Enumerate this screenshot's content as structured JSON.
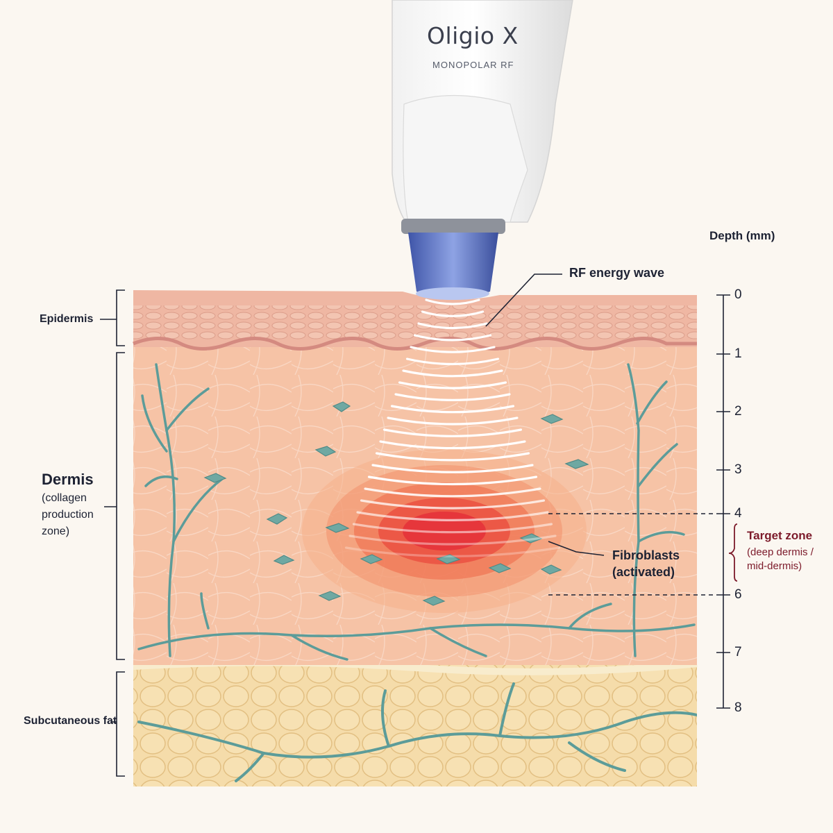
{
  "device": {
    "name": "Oligio X",
    "subtitle": "MONOPOLAR RF"
  },
  "labels": {
    "rf_wave": "RF energy wave",
    "epidermis": "Epidermis",
    "dermis": "Dermis",
    "dermis_note": [
      "(collagen",
      "production",
      "zone)"
    ],
    "fat": "Subcutaneous fat",
    "fibroblasts": [
      "Fibroblasts",
      "(activated)"
    ],
    "target_title": "Target zone",
    "target_sub": [
      "(deep dermis /",
      "mid-dermis)"
    ]
  },
  "depth_scale": {
    "title": "Depth (mm)",
    "ticks": [
      "0",
      "1",
      "2",
      "3",
      "4",
      "6",
      "7",
      "8"
    ]
  },
  "colors": {
    "dermis": "#f6c3a6",
    "epidermis": "#efb7a3",
    "fat": "#f5dcaa",
    "vessel": "#5c9c99",
    "heat_core": "#e8323a",
    "accent": "#7c1a2a",
    "probe_tip": "#5c73c4"
  }
}
